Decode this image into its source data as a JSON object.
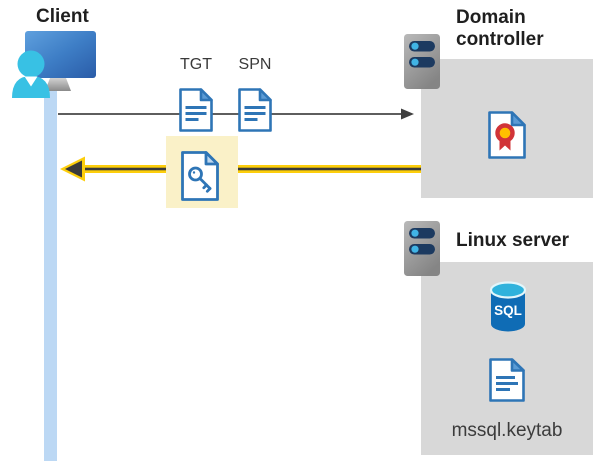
{
  "diagram": {
    "client": {
      "label": "Client"
    },
    "flow": {
      "tgt_label": "TGT",
      "spn_label": "SPN"
    },
    "domain_controller": {
      "label": "Domain controller"
    },
    "linux_server": {
      "label": "Linux server",
      "sql_icon_text": "SQL",
      "keytab_filename": "mssql.keytab"
    },
    "icons": {
      "client": "client-computer-with-user-icon",
      "request_arrow": "gray-right-arrow",
      "response_arrow": "yellow-highlighted-left-arrow",
      "tgt": "document-icon",
      "spn": "document-icon",
      "key_ticket": "key-document-icon",
      "domain_controller": "server-icon",
      "certificate": "certificate-document-icon",
      "linux_server": "server-icon",
      "database": "sql-database-icon",
      "keytab": "document-icon"
    },
    "colors": {
      "accent_yellow": "#fdce0b",
      "arrow_dark": "#3a3a3a",
      "highlight_yellow": "#faf1c8",
      "doc_blue": "#2e75b6",
      "doc_fold_blue": "#5b9bd5",
      "panel_gray": "#d8d8d8",
      "sql_blue": "#0f6cb5",
      "sql_top_cyan": "#2fb2dc",
      "cert_red": "#d13438",
      "cert_gold": "#ffc000",
      "client_cyan": "#38c1e4",
      "lifeline_blue": "#bcd8f4",
      "server_slot_navy": "#1c3a60",
      "server_dot_blue": "#41b4e5"
    }
  }
}
